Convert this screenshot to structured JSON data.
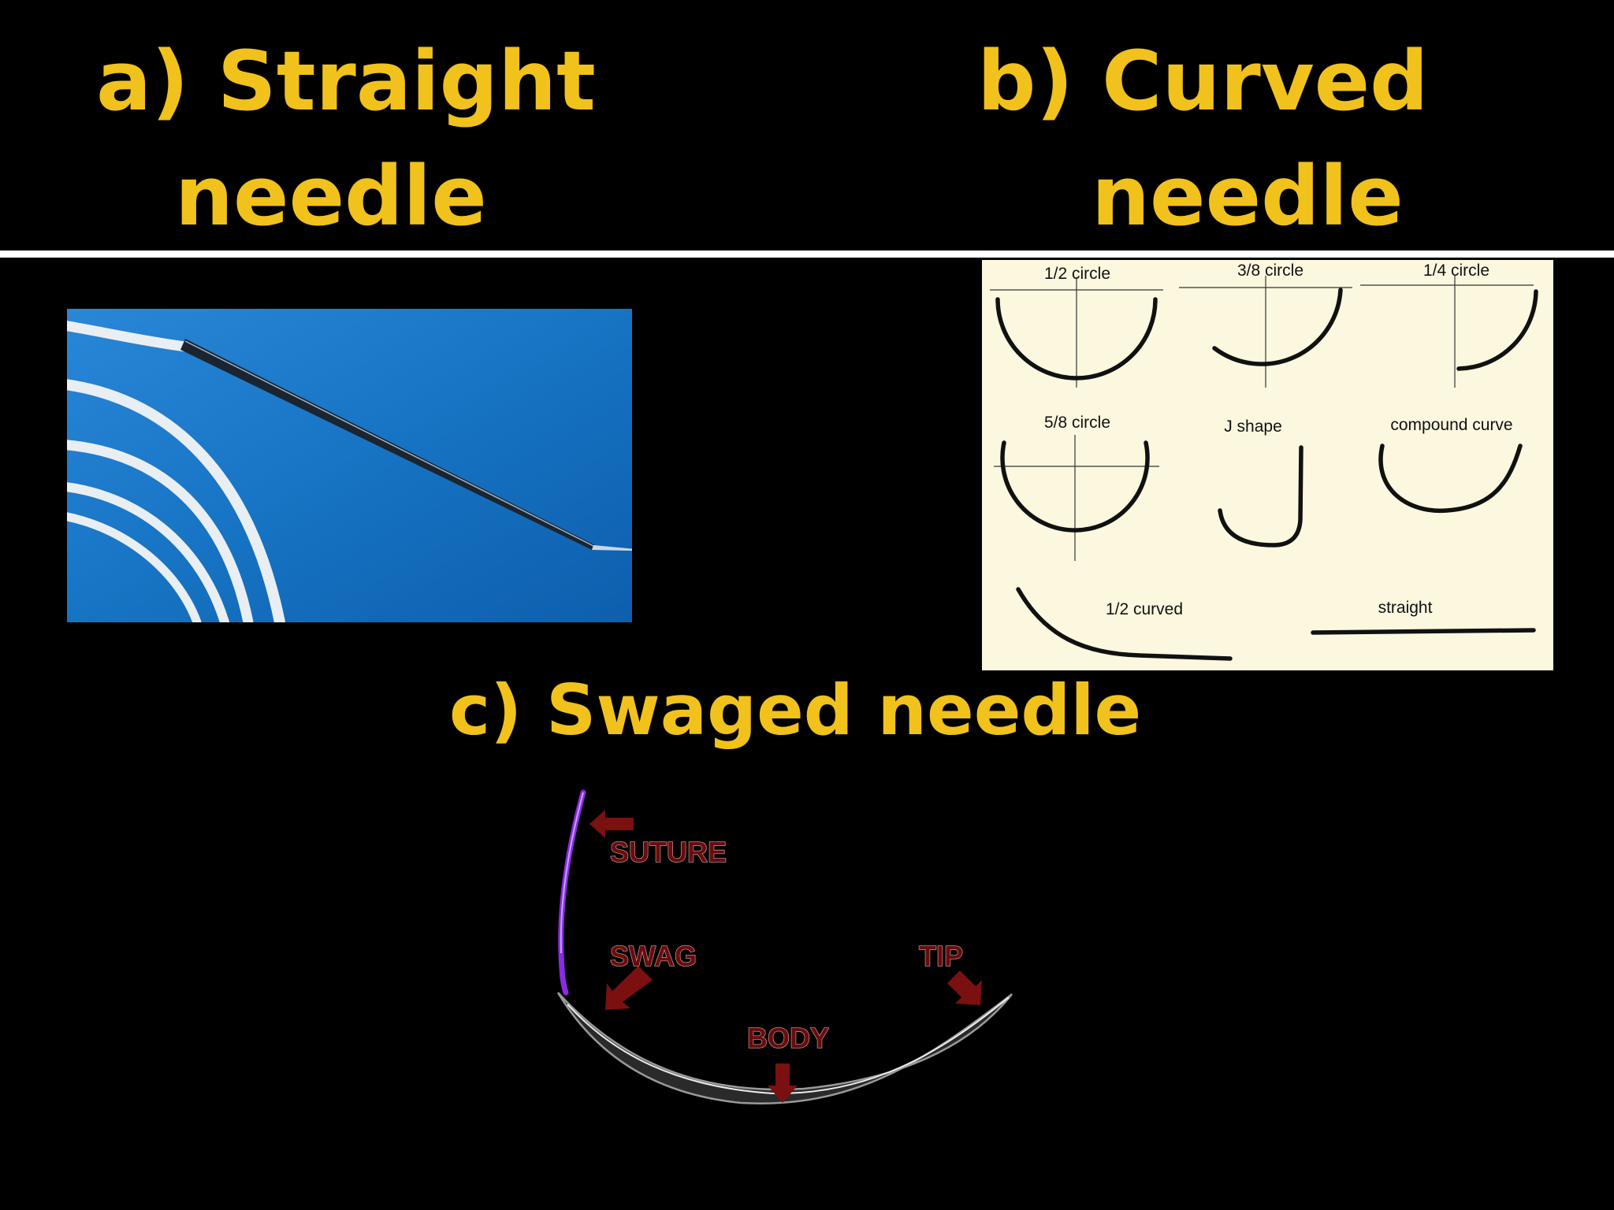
{
  "titles": {
    "straight": {
      "line1": "a) Straight",
      "line2": "needle"
    },
    "curved": {
      "line1": "b) Curved",
      "line2": "needle"
    },
    "swaged": "c) Swaged needle"
  },
  "curve_shapes": {
    "half_circle": "1/2  circle",
    "three_eighths_circle": "3/8  circle",
    "quarter_circle": "1/4  circle",
    "five_eighths_circle": "5/8  circle",
    "j_shape": "J  shape",
    "compound_curve": "compound curve",
    "half_curved": "1/2  curved",
    "straight": "straight"
  },
  "swaged_parts": {
    "suture": "SUTURE",
    "swag": "SWAG",
    "tip": "TIP",
    "body": "BODY"
  },
  "colors": {
    "title": "#f1c21b",
    "photo_background": "#1d78c4",
    "panel_background": "#fbf8df",
    "suture": "#8a2be2",
    "part_label": "#6a0c0c"
  }
}
